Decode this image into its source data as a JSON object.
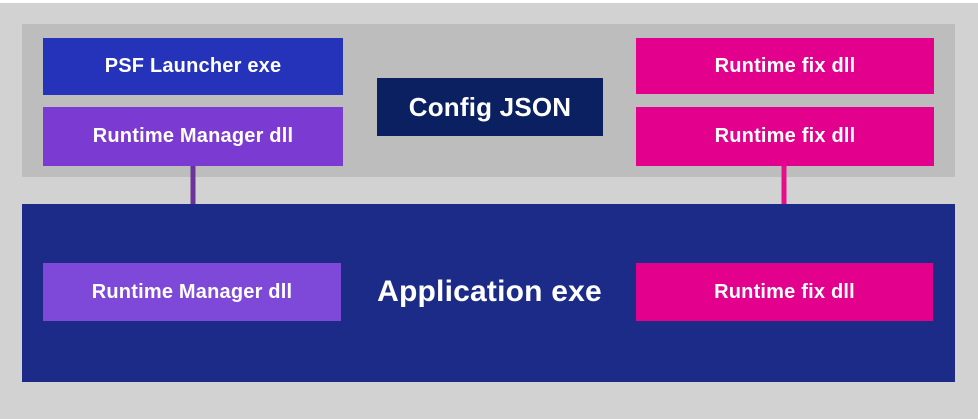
{
  "colors": {
    "page_bg": "#d2d2d2",
    "top_edge": "#ffffff",
    "panel_gray": "#bdbdbd",
    "blue": "#2533bb",
    "purple_top": "#7b3bd3",
    "purple_bottom": "#7e49d8",
    "config_navy": "#0a2060",
    "app_navy": "#1b2b87",
    "pink": "#e3008c",
    "pink_arrow": "#e50f8e",
    "purple_arrow": "#6e329b"
  },
  "diagram": {
    "package_panel": {
      "boxes": {
        "psf_launcher": "PSF Launcher exe",
        "runtime_manager": "Runtime Manager dll",
        "config_json": "Config JSON",
        "runtime_fix_1": "Runtime fix dll",
        "runtime_fix_2": "Runtime fix dll"
      }
    },
    "application_panel": {
      "title": "Application exe",
      "boxes": {
        "runtime_manager": "Runtime Manager dll",
        "runtime_fix": "Runtime fix dll"
      }
    }
  }
}
